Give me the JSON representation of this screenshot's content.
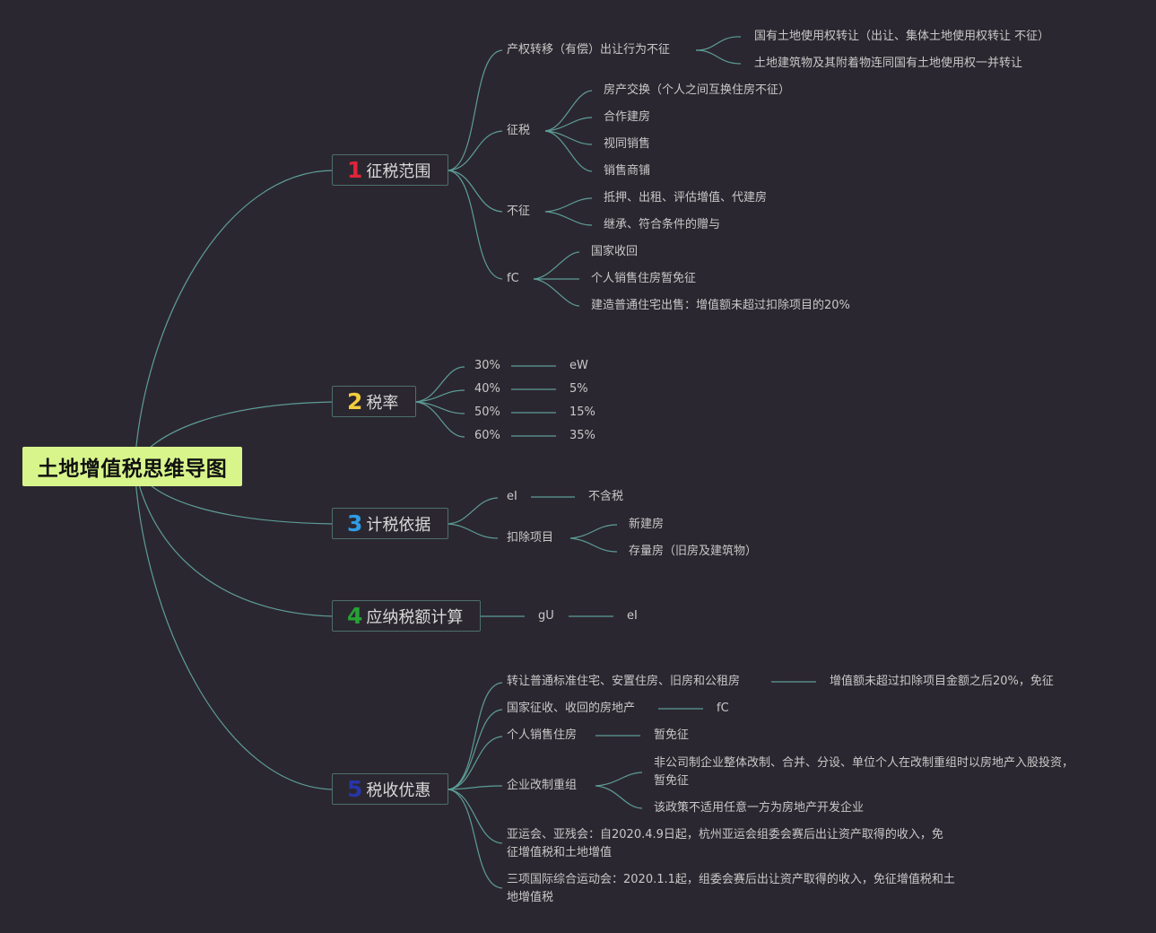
{
  "root": {
    "title": "土地增值税思维导图"
  },
  "branches": [
    {
      "num": "1",
      "label": "征税范围",
      "num_color": "#e0243a",
      "children": [
        {
          "label": "产权转移（有偿）出让行为不征",
          "children": [
            "国有土地使用权转让（出让、集体土地使用权转让 不征）",
            "土地建筑物及其附着物连同国有土地使用权一并转让"
          ]
        },
        {
          "label": "征税",
          "children": [
            "房产交换（个人之间互换住房不征）",
            "合作建房",
            "视同销售",
            "销售商铺"
          ]
        },
        {
          "label": "不征",
          "children": [
            "抵押、出租、评估增值、代建房",
            "继承、符合条件的赠与"
          ]
        },
        {
          "label": "fC",
          "children": [
            "国家收回",
            "个人销售住房暂免征",
            "建造普通住宅出售：增值额未超过扣除项目的20%"
          ]
        }
      ]
    },
    {
      "num": "2",
      "label": "税率",
      "num_color": "#f2cd3c",
      "rows": [
        {
          "a": "30%",
          "b": "eW"
        },
        {
          "a": "40%",
          "b": "5%"
        },
        {
          "a": "50%",
          "b": "15%"
        },
        {
          "a": "60%",
          "b": "35%"
        }
      ]
    },
    {
      "num": "3",
      "label": "计税依据",
      "num_color": "#2e9be6",
      "children": [
        {
          "label": "eI",
          "children": [
            "不含税"
          ]
        },
        {
          "label": "扣除项目",
          "children": [
            "新建房",
            "存量房（旧房及建筑物）"
          ]
        }
      ]
    },
    {
      "num": "4",
      "label": "应纳税额计算",
      "num_color": "#25a233",
      "children": [
        {
          "label": "gU",
          "children": [
            "eI"
          ]
        }
      ]
    },
    {
      "num": "5",
      "label": "税收优惠",
      "num_color": "#2835a8",
      "children": [
        {
          "label": "转让普通标准住宅、安置住房、旧房和公租房",
          "children": [
            "增值额未超过扣除项目金额之后20%，免征"
          ]
        },
        {
          "label": "国家征收、收回的房地产",
          "children": [
            "fC"
          ]
        },
        {
          "label": "个人销售住房",
          "children": [
            "暂免征"
          ]
        },
        {
          "label": "企业改制重组",
          "children": [
            "非公司制企业整体改制、合并、分设、单位个人在改制重组时以房地产入股投资，暂免征",
            "该政策不适用任意一方为房地产开发企业"
          ]
        },
        {
          "label": "亚运会、亚残会：自2020.4.9日起，杭州亚运会组委会赛后出让资产取得的收入，免征增值税和土地增值",
          "children": []
        },
        {
          "label": "三项国际综合运动会：2020.1.1起，组委会赛后出让资产取得的收入，免征增值税和土地增值税",
          "children": []
        }
      ]
    }
  ]
}
